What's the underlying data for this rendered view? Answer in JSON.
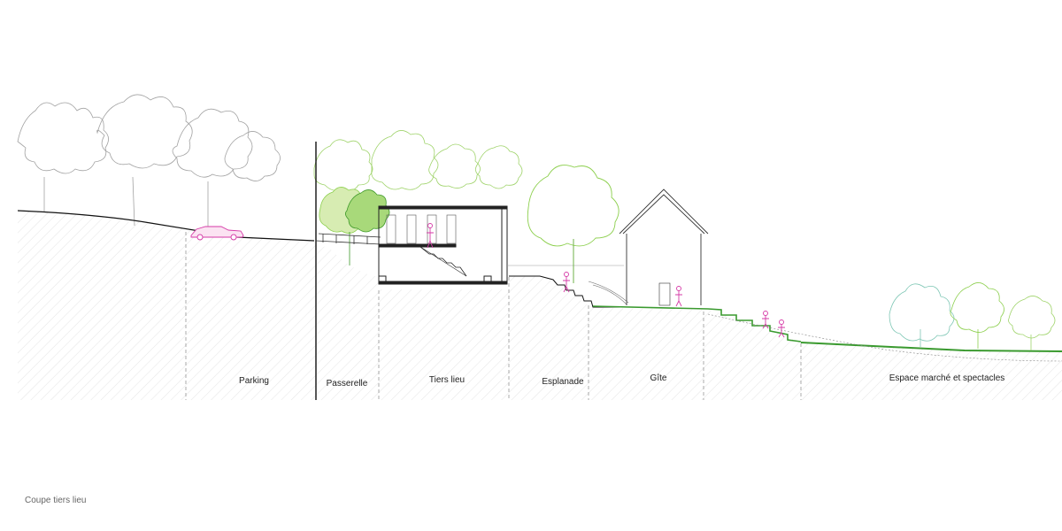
{
  "drawing": {
    "caption": "Coupe tiers lieu",
    "zones": [
      {
        "id": "parking",
        "label": "Parking"
      },
      {
        "id": "passerelle",
        "label": "Passerelle"
      },
      {
        "id": "tiers-lieu",
        "label": "Tiers lieu"
      },
      {
        "id": "esplanade",
        "label": "Esplanade"
      },
      {
        "id": "gite",
        "label": "Gîte"
      },
      {
        "id": "espace-marche",
        "label": "Espace marché et spectacles"
      }
    ]
  },
  "colors": {
    "ground_line": "#111111",
    "hatch": "#dcdcdc",
    "tree_grey": "#9a9a9a",
    "tree_green": "#8ccf4d",
    "tree_dark_green": "#3f9a2a",
    "tree_teal": "#7fc7b5",
    "people_pink": "#d63aa7",
    "grass_green": "#3a9a2f"
  }
}
